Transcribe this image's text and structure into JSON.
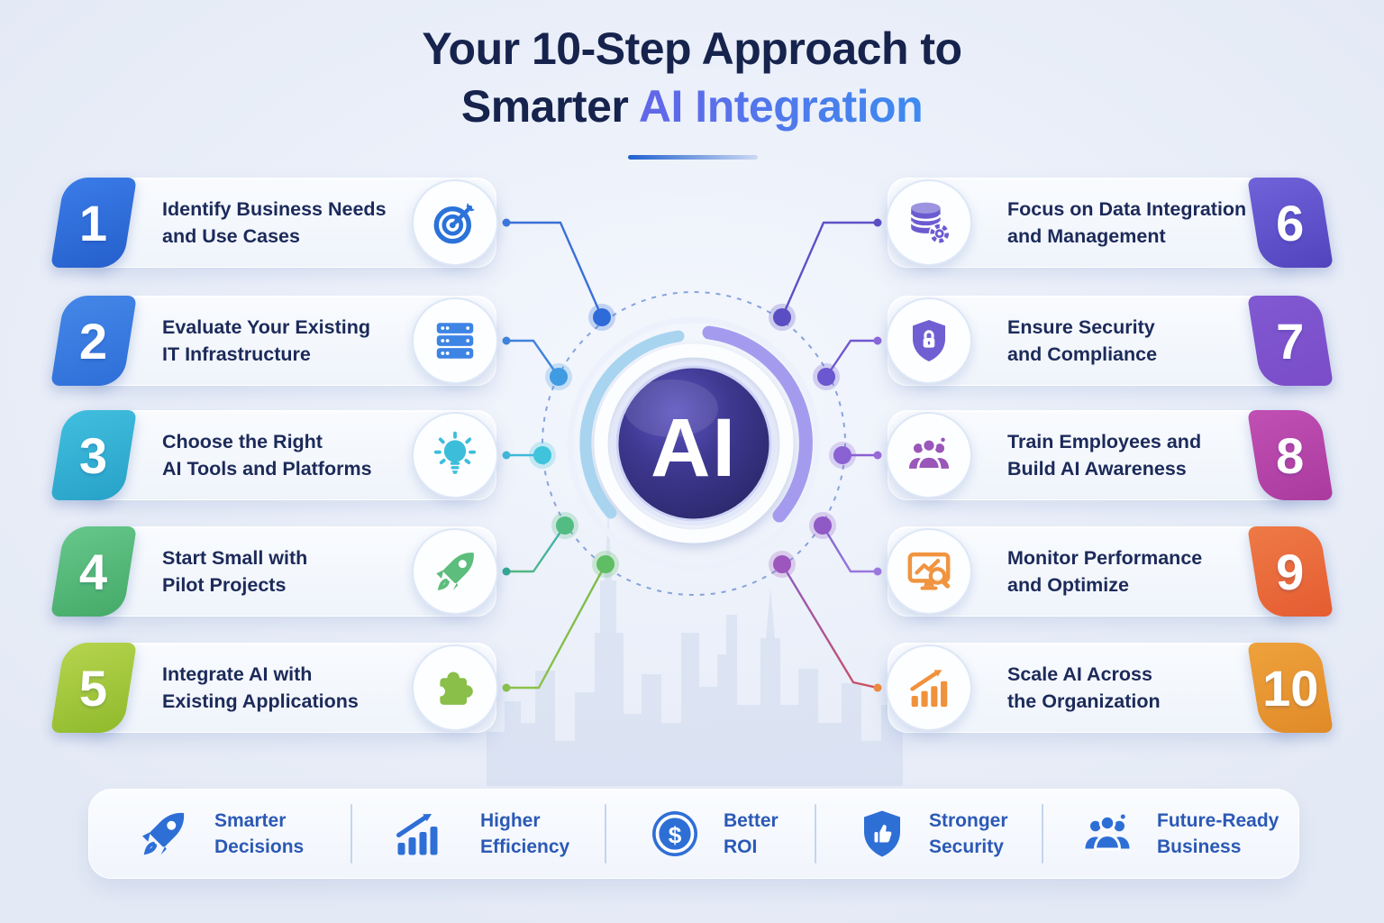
{
  "title": {
    "line1": "Your 10-Step Approach to",
    "line2_regular": "Smarter",
    "line2_highlight": "AI Integration"
  },
  "center_hub": {
    "label": "AI"
  },
  "steps": [
    {
      "number": "1",
      "line1": "Identify Business Needs",
      "line2": "and Use Cases",
      "icon": "target-icon",
      "badge_from": "#3b7ce8",
      "badge_to": "#2560cc",
      "icon_color": "#2b72d9",
      "line_from": "#3a6fd8",
      "line_to": "#3a6fd8",
      "dot_color": "#2e6bd9",
      "end_dot_color": "#3b77dd"
    },
    {
      "number": "2",
      "line1": "Evaluate Your Existing",
      "line2": "IT Infrastructure",
      "icon": "server-icon",
      "badge_from": "#4487e8",
      "badge_to": "#2e6fd8",
      "icon_color": "#3d84e4",
      "line_from": "#3f82dd",
      "line_to": "#3f82dd",
      "dot_color": "#3f9be2",
      "end_dot_color": "#3f85dd"
    },
    {
      "number": "3",
      "line1": "Choose the Right",
      "line2": "AI Tools and Platforms",
      "icon": "lightbulb-icon",
      "badge_from": "#41bede",
      "badge_to": "#28a2c8",
      "icon_color": "#3cbeda",
      "line_from": "#3fb9d9",
      "line_to": "#3fb9d9",
      "dot_color": "#40c4dc",
      "end_dot_color": "#41b9d9"
    },
    {
      "number": "4",
      "line1": "Start Small with",
      "line2": "Pilot Projects",
      "icon": "rocket-icon",
      "badge_from": "#66c78b",
      "badge_to": "#45aa68",
      "icon_color": "#5cbd7c",
      "line_from": "#3ab0b8",
      "line_to": "#55b877",
      "dot_color": "#52bc82",
      "end_dot_color": "#35a795"
    },
    {
      "number": "5",
      "line1": "Integrate AI with",
      "line2": "Existing Applications",
      "icon": "puzzle-icon",
      "badge_from": "#b5d44e",
      "badge_to": "#90ba2c",
      "icon_color": "#8abf4a",
      "line_from": "#7cbb4a",
      "line_to": "#8cc24a",
      "dot_color": "#5fbd63",
      "end_dot_color": "#8cc24a"
    },
    {
      "number": "6",
      "line1": "Focus on Data Integration",
      "line2": "and Management",
      "icon": "database-icon",
      "badge_from": "#6f63da",
      "badge_to": "#5243bc",
      "icon_color": "#6b5bd0",
      "line_from": "#5e50c6",
      "line_to": "#5e50c6",
      "dot_color": "#5a4ec2",
      "end_dot_color": "#5c50c4"
    },
    {
      "number": "7",
      "line1": "Ensure Security",
      "line2": "and Compliance",
      "icon": "shield-lock-icon",
      "badge_from": "#8059d2",
      "badge_to": "#7b4cc8",
      "icon_color": "#6f5fd2",
      "line_from": "#7157cf",
      "line_to": "#7157cf",
      "dot_color": "#6b57cf",
      "end_dot_color": "#8a68d8"
    },
    {
      "number": "8",
      "line1": "Train Employees and",
      "line2": "Build AI Awareness",
      "icon": "people-icon",
      "badge_from": "#c050b4",
      "badge_to": "#ab3a9e",
      "icon_color": "#9a56b8",
      "line_from": "#8a5fd2",
      "line_to": "#8a5fd2",
      "dot_color": "#8a62d4",
      "end_dot_color": "#9a6ad8"
    },
    {
      "number": "9",
      "line1": "Monitor Performance",
      "line2": "and Optimize",
      "icon": "monitor-chart-icon",
      "badge_from": "#ee7a46",
      "badge_to": "#e55c32",
      "icon_color": "#f09440",
      "line_from": "#7e66d2",
      "line_to": "#9f7ade",
      "dot_color": "#9059c6",
      "end_dot_color": "#9f7ade"
    },
    {
      "number": "10",
      "line1": "Scale AI Across",
      "line2": "the Organization",
      "icon": "growth-chart-icon",
      "badge_from": "#eea23c",
      "badge_to": "#e08a28",
      "icon_color": "#f0923c",
      "line_from": "#8a5cc4",
      "line_to": "#cf4f5f",
      "dot_color": "#9c56bd",
      "end_dot_color": "#f08a3c"
    }
  ],
  "benefits": [
    {
      "line1": "Smarter",
      "line2": "Decisions",
      "icon": "rocket-icon"
    },
    {
      "line1": "Higher",
      "line2": "Efficiency",
      "icon": "growth-chart-icon"
    },
    {
      "line1": "Better",
      "line2": "ROI",
      "icon": "dollar-coin-icon"
    },
    {
      "line1": "Stronger",
      "line2": "Security",
      "icon": "shield-check-icon"
    },
    {
      "line1": "Future-Ready",
      "line2": "Business",
      "icon": "team-icon"
    }
  ],
  "colors": {
    "title_text": "#16234d",
    "title_highlight_from": "#6366e8",
    "title_highlight_to": "#3d8bf0",
    "underline_from": "#2160cf",
    "underline_to": "#ccd9f3",
    "step_text": "#1c2a5a",
    "benefit_text": "#2b59b5",
    "benefit_icon": "#2e6fd6",
    "dashed_circle": "#6d8fd6",
    "arc_left": "#a8d4f0",
    "arc_right": "#a59bee",
    "hub_from": "#5d55c0",
    "hub_mid": "#3e3890",
    "hub_to": "#2a2768"
  }
}
